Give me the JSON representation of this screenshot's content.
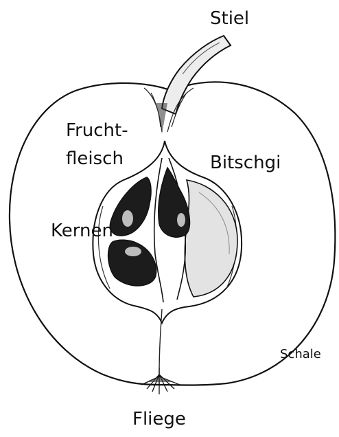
{
  "labels": {
    "stem": "Stiel",
    "flesh_line1": "Frucht-",
    "flesh_line2": "fleisch",
    "core": "Bitschgi",
    "seeds": "Kernen",
    "skin": "Schale",
    "calyx": "Fliege"
  },
  "colors": {
    "ink": "#111111",
    "background": "#ffffff",
    "seed_fill": "#1c1c1c",
    "shade": "#bdbdbd"
  }
}
